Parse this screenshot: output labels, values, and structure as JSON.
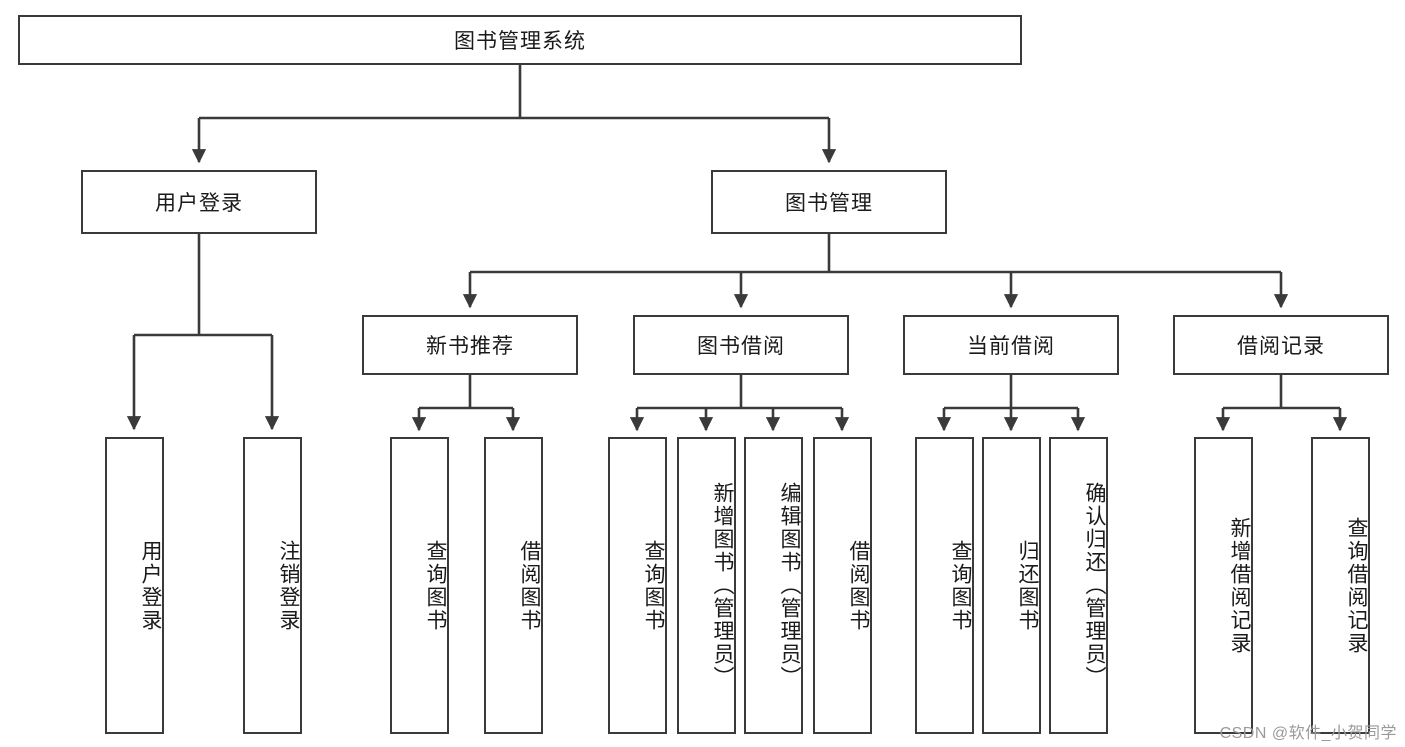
{
  "diagram": {
    "title": "图书管理系统",
    "type": "functional-structure-tree",
    "root": {
      "label": "图书管理系统"
    },
    "level1": [
      {
        "label": "用户登录"
      },
      {
        "label": "图书管理"
      }
    ],
    "level2": [
      {
        "label": "新书推荐"
      },
      {
        "label": "图书借阅"
      },
      {
        "label": "当前借阅"
      },
      {
        "label": "借阅记录"
      }
    ],
    "leaves": {
      "user_login": [
        {
          "label": "用户登录"
        },
        {
          "label": "注销登录"
        }
      ],
      "new_book_recommend": [
        {
          "label": "查询图书"
        },
        {
          "label": "借阅图书"
        }
      ],
      "book_borrow": [
        {
          "label": "查询图书"
        },
        {
          "label": "新增图书（管理员）"
        },
        {
          "label": "编辑图书（管理员）"
        },
        {
          "label": "借阅图书"
        }
      ],
      "current_borrow": [
        {
          "label": "查询图书"
        },
        {
          "label": "归还图书"
        },
        {
          "label": "确认归还（管理员）"
        }
      ],
      "borrow_record": [
        {
          "label": "新增借阅记录"
        },
        {
          "label": "查询借阅记录"
        }
      ]
    }
  },
  "watermark": {
    "text": "CSDN @软件_小贺同学"
  },
  "colors": {
    "stroke": "#3a3a3a",
    "fill": "#ffffff",
    "text": "#1a1a1a",
    "watermark": "#9a9a9a"
  }
}
